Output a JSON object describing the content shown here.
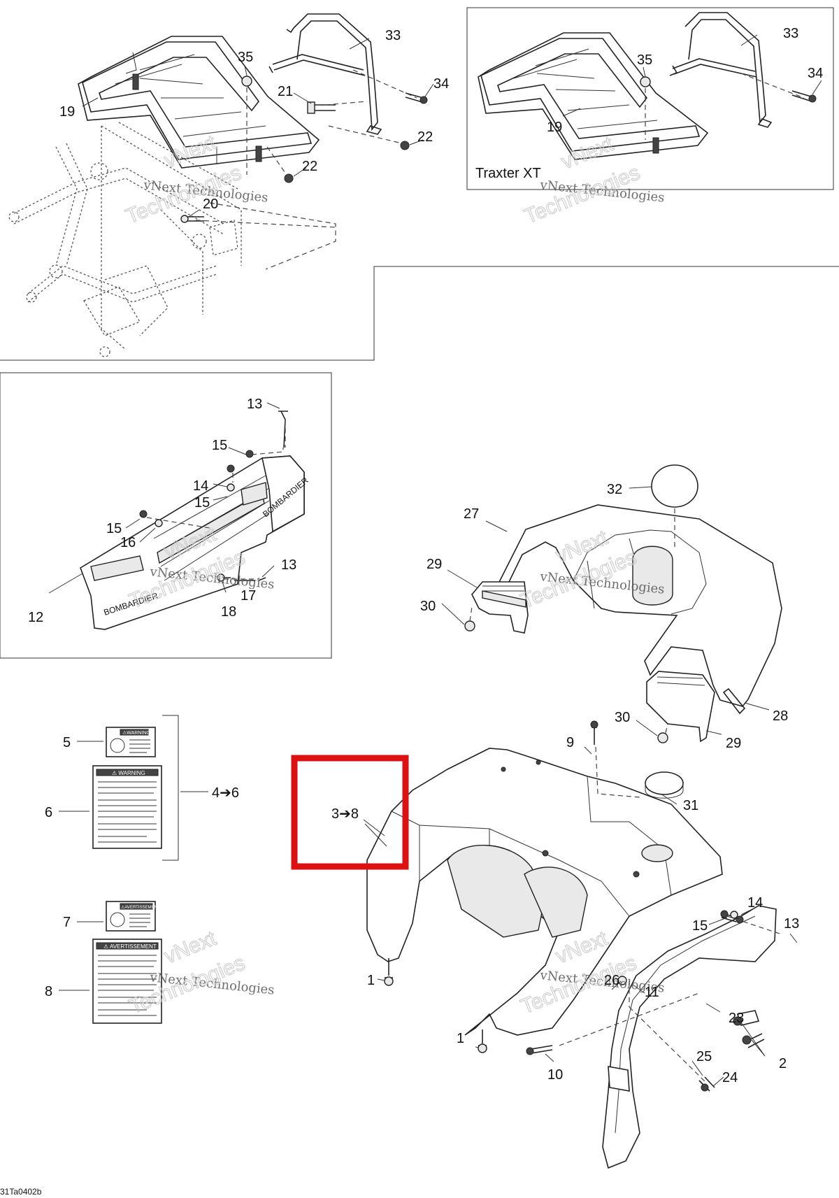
{
  "diagram": {
    "labels": {
      "rack_panel": [
        "33",
        "35",
        "34",
        "21",
        "19",
        "22",
        "22",
        "20"
      ],
      "xt_panel": [
        "33",
        "35",
        "34",
        "19"
      ],
      "bumper_panel": [
        "13",
        "15",
        "14",
        "15",
        "15",
        "16",
        "13",
        "17",
        "18",
        "12"
      ],
      "fender_panel": [
        "32",
        "27",
        "29",
        "30",
        "28",
        "30",
        "29"
      ],
      "decals": [
        "5",
        "6",
        "4➔6",
        "7",
        "8"
      ],
      "body": [
        "9",
        "31",
        "3➔8",
        "14",
        "15",
        "13",
        "1",
        "26",
        "11",
        "23",
        "1",
        "2",
        "25",
        "24",
        "10"
      ]
    },
    "traxter_caption": "Traxter XT",
    "watermarks": {
      "company": "vNext Technologies",
      "line1": "vNext",
      "line2": "Technologies"
    },
    "footer_code": "31Ta0402b",
    "highlight_color": "#dd1111",
    "decal_titles": {
      "d5": "⚠WARNING",
      "d6": "⚠ WARNING",
      "d7": "⚠AVERTISSEMENT",
      "d8": "⚠ AVERTISSEMENT"
    },
    "bumper_brand": "BOMBARDIER"
  }
}
